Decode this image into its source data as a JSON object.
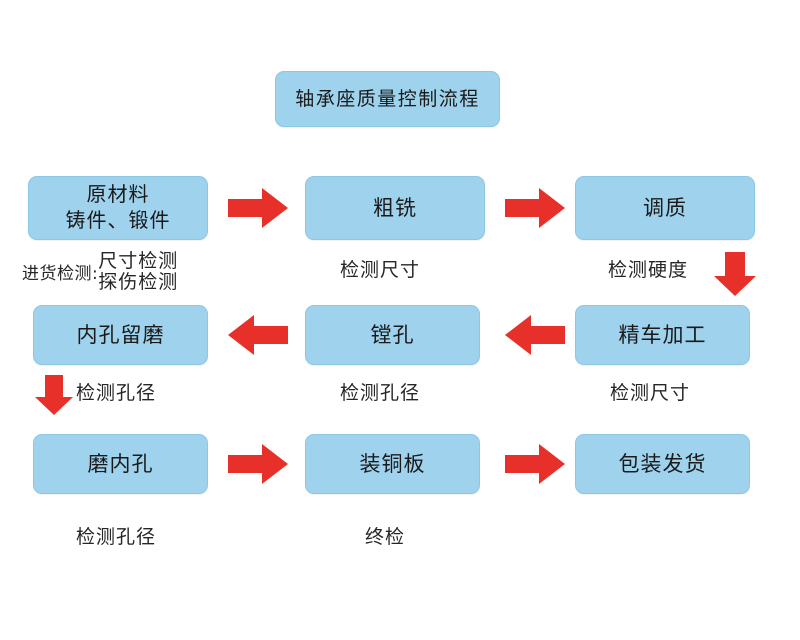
{
  "diagram": {
    "title": "轴承座质量控制流程",
    "background_color": "#ffffff",
    "box_color": "#9fd2ec",
    "arrow_color": "#e8302a",
    "text_color": "#1a1a1a",
    "title_box": {
      "label": "轴承座质量控制流程"
    },
    "rows": [
      {
        "id": "row-1",
        "direction": "left-to-right",
        "steps": [
          {
            "id": "step-1",
            "label": "原材料\n铸件、锻件",
            "caption_lead": "进货检测:",
            "caption": "尺寸检测\n探伤检测"
          },
          {
            "id": "step-2",
            "label": "粗铣",
            "caption": "检测尺寸"
          },
          {
            "id": "step-3",
            "label": "调质",
            "caption": "检测硬度"
          }
        ]
      },
      {
        "id": "row-2",
        "direction": "right-to-left",
        "steps": [
          {
            "id": "step-4",
            "label": "内孔留磨",
            "caption": "检测孔径"
          },
          {
            "id": "step-5",
            "label": "镗孔",
            "caption": "检测孔径"
          },
          {
            "id": "step-6",
            "label": "精车加工",
            "caption": "检测尺寸"
          }
        ]
      },
      {
        "id": "row-3",
        "direction": "left-to-right",
        "steps": [
          {
            "id": "step-7",
            "label": "磨内孔",
            "caption": "检测孔径"
          },
          {
            "id": "step-8",
            "label": "装铜板",
            "caption": "终检"
          },
          {
            "id": "step-9",
            "label": "包装发货",
            "caption": ""
          }
        ]
      }
    ],
    "arrows": [
      {
        "id": "arrow-1",
        "name": "arrow-right-raw-to-rough-mill",
        "direction": "right"
      },
      {
        "id": "arrow-2",
        "name": "arrow-right-rough-mill-to-quench",
        "direction": "right"
      },
      {
        "id": "arrow-3",
        "name": "arrow-down-quench-to-fine-turn",
        "direction": "down"
      },
      {
        "id": "arrow-4",
        "name": "arrow-left-fine-turn-to-bore",
        "direction": "left"
      },
      {
        "id": "arrow-5",
        "name": "arrow-left-bore-to-reserve-grind",
        "direction": "left"
      },
      {
        "id": "arrow-6",
        "name": "arrow-down-reserve-grind-to-grind-bore",
        "direction": "down"
      },
      {
        "id": "arrow-7",
        "name": "arrow-right-grind-bore-to-copper-plate",
        "direction": "right"
      },
      {
        "id": "arrow-8",
        "name": "arrow-right-copper-plate-to-packaging",
        "direction": "right"
      }
    ]
  }
}
